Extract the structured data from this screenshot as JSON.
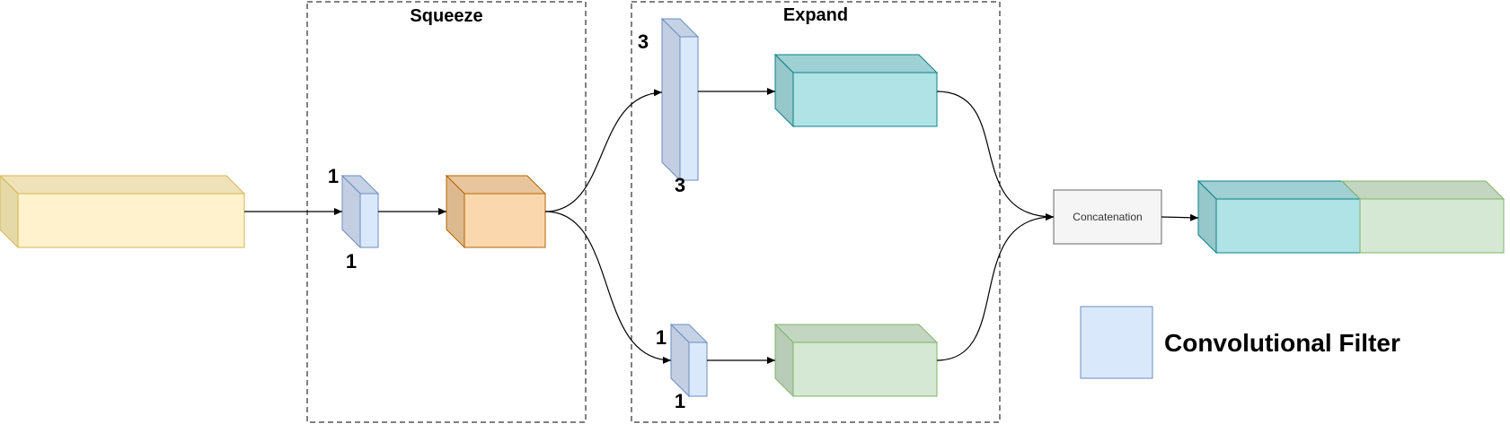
{
  "groups": {
    "squeeze_title": "Squeeze",
    "expand_title": "Expand"
  },
  "filters": {
    "squeeze": {
      "height_label": "1",
      "width_label": "1"
    },
    "expand_3x3": {
      "height_label": "3",
      "width_label": "3"
    },
    "expand_1x1": {
      "height_label": "1",
      "width_label": "1"
    }
  },
  "concat_label": "Concatenation",
  "legend": {
    "label": "Convolutional Filter"
  },
  "colors": {
    "input": "#fff2cc",
    "squeeze_out": "#fad7ac",
    "expand_3x3_out": "#b0e3e6",
    "expand_1x1_out": "#d5e8d4",
    "filter": "#dae8fc",
    "concat_box": "#f5f5f5"
  }
}
